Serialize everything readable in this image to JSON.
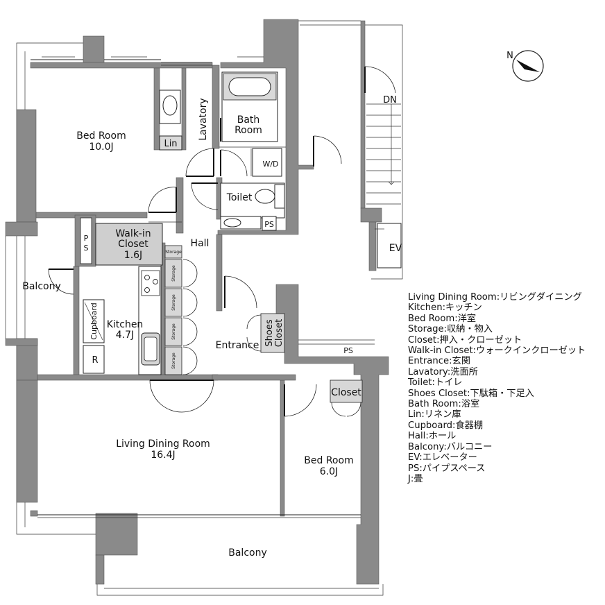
{
  "rooms": {
    "bed_room_1": {
      "name": "Bed Room",
      "size": "10.0J"
    },
    "lavatory": "Lavatory",
    "bath_room": [
      "Bath",
      "Room"
    ],
    "lin": "Lin",
    "wd": "W/D",
    "toilet": "Toilet",
    "ps": "PS",
    "walkin_closet": {
      "name": [
        "Walk-in",
        "Closet"
      ],
      "size": "1.6J"
    },
    "hall": "Hall",
    "balcony_west": "Balcony",
    "kitchen": {
      "name": "Kitchen",
      "size": "4.7J"
    },
    "cupboard": "Cupboard",
    "refrigerator": "R",
    "storage": "Storage",
    "entrance": "Entrance",
    "shoes_closet": [
      "Shoes",
      "Closet"
    ],
    "living_dining": {
      "name": "Living Dining Room",
      "size": "16.4J"
    },
    "bed_room_2": {
      "name": "Bed Room",
      "size": "6.0J"
    },
    "closet": "Closet",
    "balcony_south": "Balcony",
    "stairs_dn": "DN",
    "ev": "EV",
    "north": "N"
  },
  "legend": [
    "Living Dining Room:リビングダイニング",
    "Kitchen:キッチン",
    "Bed Room:洋室",
    "Storage:収納・物入",
    "Closet:押入・クローゼット",
    "Walk-in Closet:ウォークインクローゼット",
    "Entrance:玄関",
    "Lavatory:洗面所",
    "Toilet:トイレ",
    "Shoes Closet:下駄箱・下足入",
    "Bath Room:浴室",
    "Lin:リネン庫",
    "Cupboard:食器棚",
    "Hall:ホール",
    "Balcony:バルコニー",
    "EV:エレベーター",
    "PS:パイプスペース",
    "J:畳"
  ],
  "colors": {
    "wall": "#8a8a8a",
    "storage_fill": "#d7d7d7",
    "walkin_fill": "#cfcfcf"
  }
}
